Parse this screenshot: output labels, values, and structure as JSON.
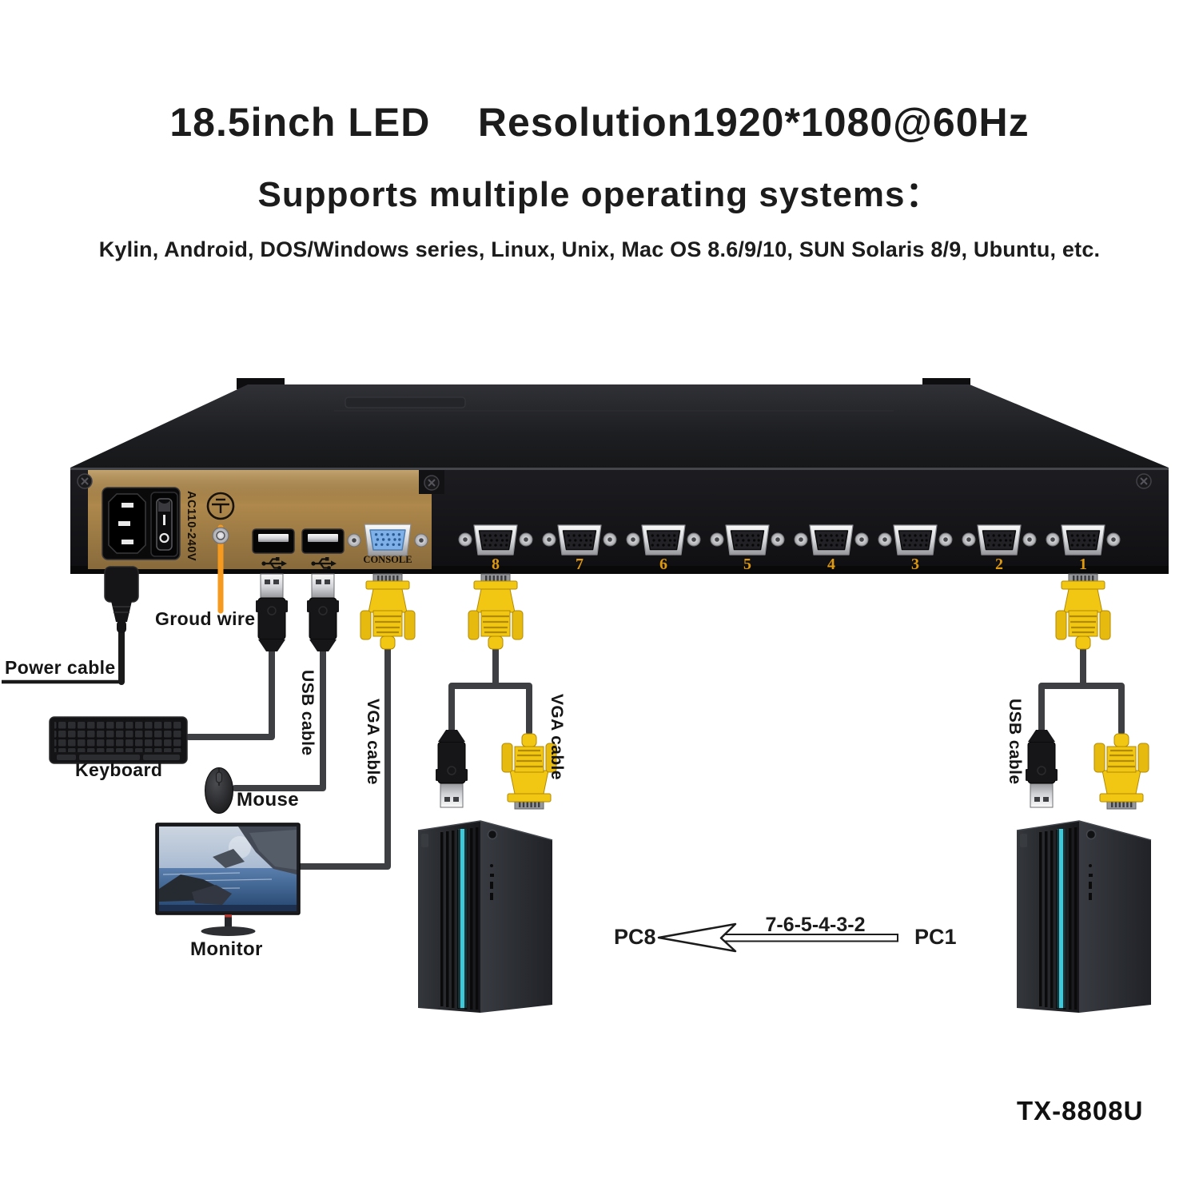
{
  "header": {
    "title": "18.5inch LED    Resolution1920*1080@60Hz",
    "subtitle": "Supports multiple operating systems：",
    "os_list": "Kylin, Android, DOS/Windows series, Linux, Unix, Mac OS 8.6/9/10, SUN Solaris 8/9, Ubuntu, etc."
  },
  "device": {
    "power_rating": "AC110-240V",
    "console_label": "CONSOLE",
    "ports": [
      "8",
      "7",
      "6",
      "5",
      "4",
      "3",
      "2",
      "1"
    ]
  },
  "labels": {
    "power_cable": "Power cable",
    "ground_wire": "Groud wire",
    "keyboard": "Keyboard",
    "mouse": "Mouse",
    "monitor": "Monitor",
    "usb_cable_console": "USB cable",
    "vga_cable_console": "VGA cable",
    "vga_cable_pc8": "VGA cable",
    "usb_cable_pc1": "USB cable"
  },
  "flow": {
    "pc8": "PC8",
    "sequence": "7-6-5-4-3-2",
    "pc1": "PC1"
  },
  "model": "TX-8808U",
  "colors": {
    "panel_gold": "#ae884c",
    "port_number": "#df990e",
    "ground_wire": "#f59a1e",
    "vga_yellow": "#f2c713",
    "console_blue": "#7fb0e8",
    "pc_accent": "#41c8d8"
  }
}
